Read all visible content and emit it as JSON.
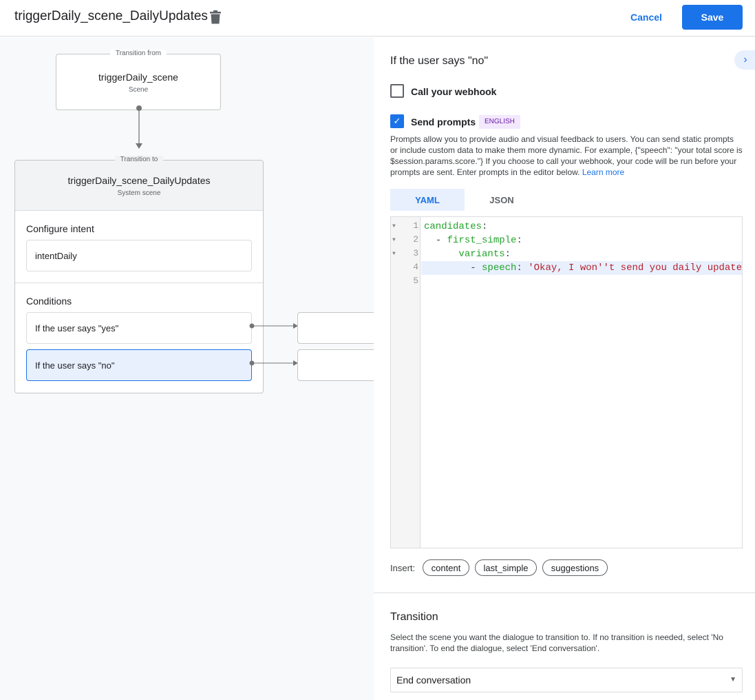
{
  "header": {
    "title": "triggerDaily_scene_DailyUpdates",
    "cancel": "Cancel",
    "save": "Save"
  },
  "canvas": {
    "from": {
      "legend": "Transition from",
      "name": "triggerDaily_scene",
      "type": "Scene"
    },
    "to": {
      "legend": "Transition to",
      "name": "triggerDaily_scene_DailyUpdates",
      "type": "System scene"
    },
    "intent_label": "Configure intent",
    "intent": "intentDaily",
    "conditions_label": "Conditions",
    "conditions": [
      "If the user says \"yes\"",
      "If the user says \"no\""
    ]
  },
  "panel": {
    "heading": "If the user says \"no\"",
    "webhook_label": "Call your webhook",
    "webhook_checked": false,
    "prompts_label": "Send prompts",
    "prompts_checked": true,
    "language_badge": "ENGLISH",
    "description": "Prompts allow you to provide audio and visual feedback to users. You can send static prompts or include custom data to make them more dynamic. For example, {\"speech\": \"your total score is $session.params.score.\"} If you choose to call your webhook, your code will be run before your prompts are sent. Enter prompts in the editor below.",
    "learn_more": "Learn more",
    "tabs": [
      "YAML",
      "JSON"
    ],
    "active_tab": "YAML",
    "code": {
      "line_numbers": [
        "1",
        "2",
        "3",
        "4",
        "5"
      ],
      "l1_key": "candidates",
      "l2_key": "first_simple",
      "l3_key": "variants",
      "l4_key": "speech",
      "l4_value": "'Okay, I won''t send you daily update"
    },
    "insert_label": "Insert:",
    "insert_chips": [
      "content",
      "last_simple",
      "suggestions"
    ],
    "transition_heading": "Transition",
    "transition_desc": "Select the scene you want the dialogue to transition to. If no transition is needed, select 'No transition'. To end the dialogue, select 'End conversation'.",
    "transition_value": "End conversation"
  },
  "colors": {
    "accent": "#1a73e8",
    "selected_condition": "#e8f0fe",
    "badge_bg": "#f3e8fd",
    "badge_text": "#681da8"
  }
}
